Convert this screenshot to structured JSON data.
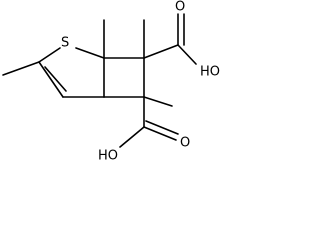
{
  "molecule": {
    "atom_labels": {
      "sulfur": "S",
      "acid1_carbonyl_oxygen": "O",
      "acid1_hydroxyl": "HO",
      "acid2_carbonyl_oxygen": "O",
      "acid2_hydroxyl": "HO"
    },
    "colors": {
      "bond": "#000000",
      "label": "#000000",
      "background": "#ffffff"
    }
  }
}
